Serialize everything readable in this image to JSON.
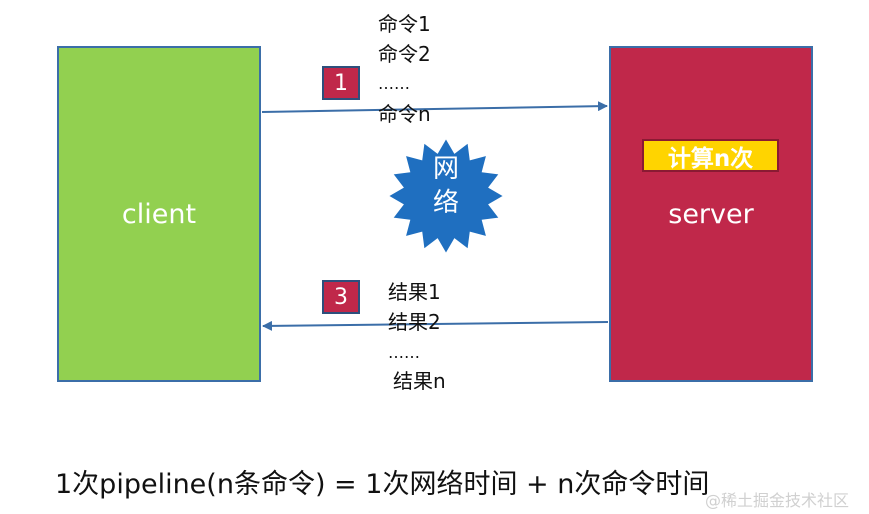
{
  "client": {
    "label": "client"
  },
  "server": {
    "label": "server",
    "compute_badge": "计算n次"
  },
  "network": {
    "char1": "网",
    "char2": "络"
  },
  "request": {
    "step": "1",
    "lines": [
      "命令1",
      "命令2",
      "……",
      "命令n"
    ]
  },
  "response": {
    "step": "3",
    "lines": [
      "结果1",
      "结果2",
      "……",
      "结果n"
    ]
  },
  "formula": "1次pipeline(n条命令) = 1次网络时间 + n次命令时间",
  "watermark": "@稀土掘金技术社区",
  "colors": {
    "client": "#92d050",
    "server": "#c0284a",
    "badge": "#ffd400",
    "network": "#1f6fc0",
    "arrow": "#3b6ea8"
  }
}
